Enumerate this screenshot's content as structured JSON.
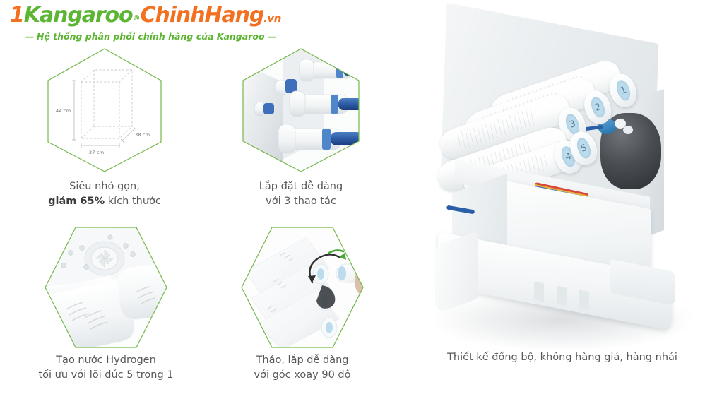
{
  "brand": {
    "logo_prefix": "1",
    "logo_main": "Kangaroo",
    "logo_registered": "®",
    "logo_secondary": "ChinhHang",
    "logo_tld": ".vn",
    "tagline": "Hệ thống phân phối chính hãng của Kangaroo",
    "tagline_dash_left": "—",
    "tagline_dash_right": "—",
    "color_green": "#5cb533",
    "color_orange": "#f2701f"
  },
  "features": [
    {
      "id": "compact-size",
      "caption_line1": "Siêu nhỏ gọn,",
      "caption_line2_bold": "giảm 65%",
      "caption_line2_rest": " kích thước",
      "diagram": {
        "height_label": "44 cm",
        "width_label": "27 cm",
        "depth_label": "38 cm"
      }
    },
    {
      "id": "easy-install",
      "caption_line1": "Lắp đặt dễ dàng",
      "caption_line2": "với 3 thao tác"
    },
    {
      "id": "hydrogen-water",
      "caption_line1": "Tạo nước Hydrogen",
      "caption_line2": "tối ưu với lõi đúc 5 trong 1"
    },
    {
      "id": "rotate-90",
      "caption_line1": "Tháo, lắp dễ dàng",
      "caption_line2": "với góc xoay 90 độ"
    }
  ],
  "product": {
    "caption": "Thiết kế đồng bộ, không hàng giả, hàng nhái",
    "filter_labels": [
      "1",
      "2",
      "3",
      "4",
      "5"
    ],
    "accent_badge_color": "#bcdcee"
  }
}
